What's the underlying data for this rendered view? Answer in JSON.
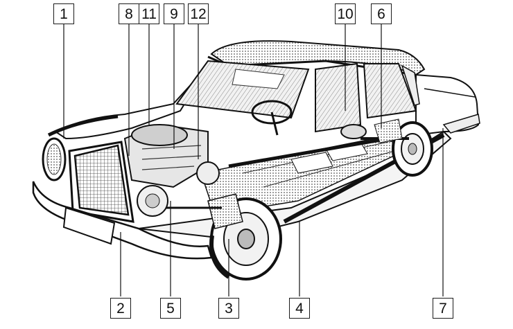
{
  "figure": {
    "subject": "cutaway-car-illustration",
    "ink_color": "#111111",
    "paper_color": "#ffffff",
    "tint_color": "#d9d9d9"
  },
  "callouts": {
    "c1": "1",
    "c2": "2",
    "c3": "3",
    "c4": "4",
    "c5": "5",
    "c6": "6",
    "c7": "7",
    "c8": "8",
    "c9": "9",
    "c10": "10",
    "c11": "11",
    "c12": "12"
  }
}
